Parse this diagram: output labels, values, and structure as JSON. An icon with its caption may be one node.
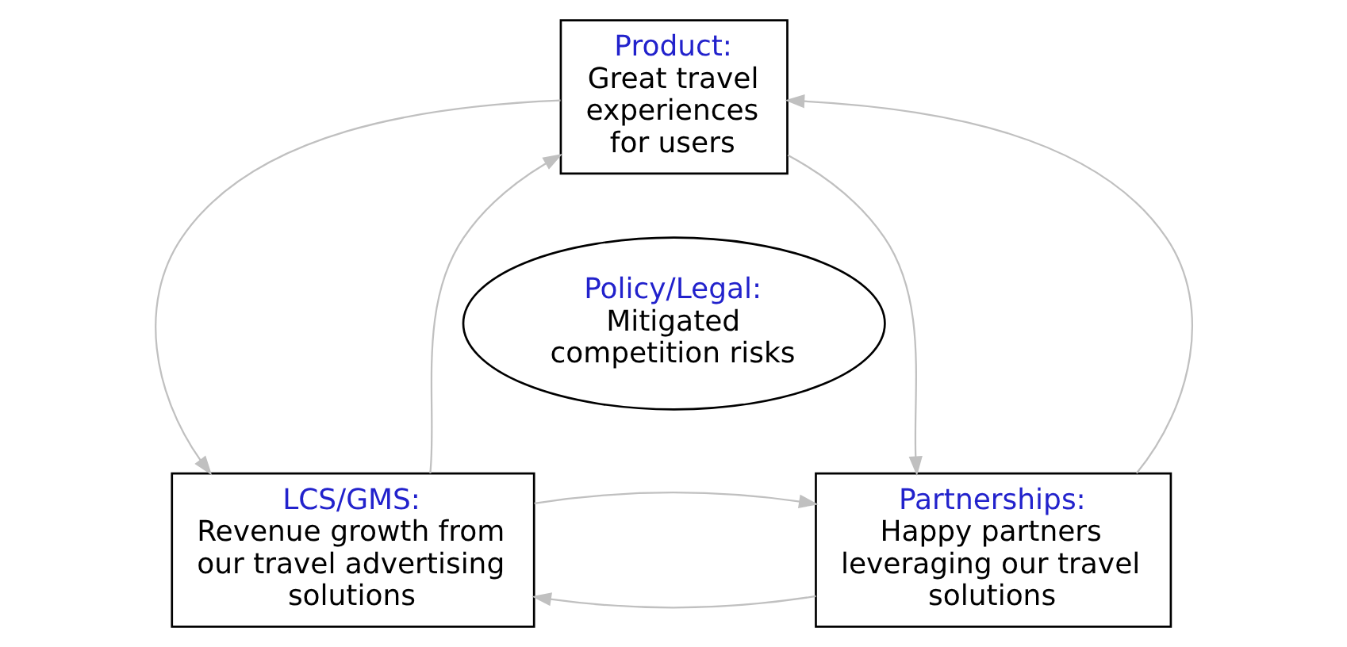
{
  "diagram": {
    "nodes": [
      {
        "text": [
          "Product:",
          "Great travel experiences for users"
        ]
      },
      {
        "text": [
          "Policy/Legal:",
          "Mitigated competition risks"
        ]
      },
      {
        "text": [
          "LCS/GMS:",
          "Revenue growth from our travel advertising solutions"
        ]
      },
      {
        "text": [
          "Partnerships:",
          "Happy partners leveraging our travel solutions"
        ]
      }
    ],
    "edges": [
      {
        "from": 2,
        "to": 0,
        "arrow": "to",
        "color": "#c0c0c0"
      },
      {
        "from": 0,
        "to": 2,
        "arrow": "to",
        "color": "#c0c0c0"
      },
      {
        "from": 3,
        "to": 0,
        "arrow": "to",
        "color": "#c0c0c0"
      },
      {
        "from": 0,
        "to": 3,
        "arrow": "to",
        "color": "#c0c0c0"
      },
      {
        "from": 3,
        "to": 2,
        "arrow": "to",
        "color": "#c0c0c0"
      },
      {
        "from": 2,
        "to": 3,
        "arrow": "to",
        "color": "#c0c0c0"
      }
    ]
  }
}
